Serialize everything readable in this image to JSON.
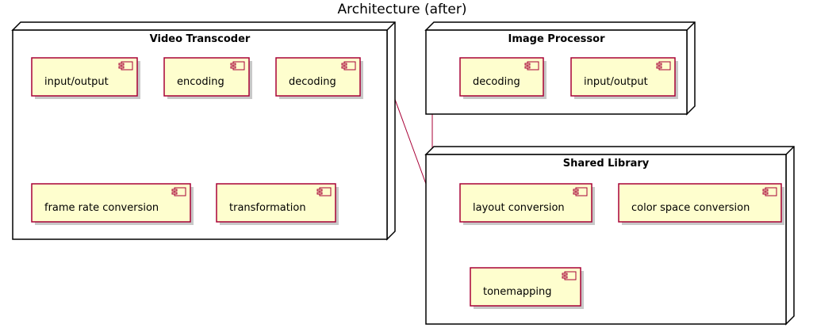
{
  "title": "Architecture (after)",
  "colors": {
    "component_fill": "#FEFECE",
    "component_border": "#A80036",
    "node_border": "#000000",
    "connector": "#A80036"
  },
  "nodes": [
    {
      "id": "video-transcoder",
      "name": "Video Transcoder",
      "components": [
        "input/output",
        "encoding",
        "decoding",
        "frame rate conversion",
        "transformation"
      ]
    },
    {
      "id": "image-processor",
      "name": "Image Processor",
      "components": [
        "decoding",
        "input/output"
      ]
    },
    {
      "id": "shared-library",
      "name": "Shared Library",
      "components": [
        "layout conversion",
        "color space conversion",
        "tonemapping"
      ]
    }
  ],
  "connections": [
    {
      "from": "video-transcoder",
      "to": "shared-library"
    },
    {
      "from": "image-processor",
      "to": "shared-library"
    }
  ]
}
